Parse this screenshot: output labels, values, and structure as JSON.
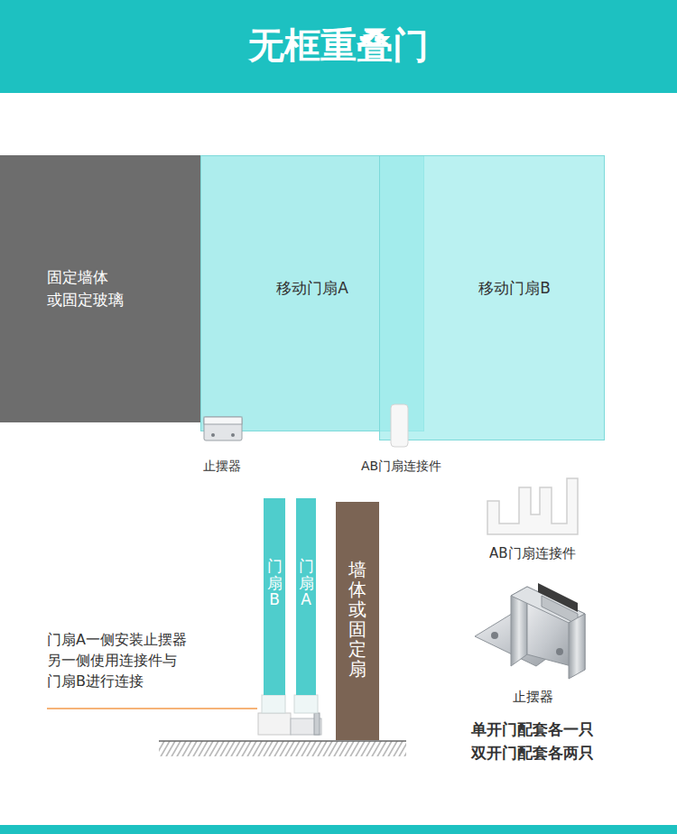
{
  "diagram": {
    "title": "无框重叠门",
    "nodes": [
      {
        "text": [
          "固定墙体 或固定玻璃"
        ]
      },
      {
        "text": [
          "移动门扇A"
        ]
      },
      {
        "text": [
          "移动门扇B"
        ]
      },
      {
        "text": [
          "门扇B"
        ]
      },
      {
        "text": [
          "门扇A"
        ]
      },
      {
        "text": [
          "墙体或固定扇"
        ]
      }
    ],
    "labels": [
      "止摆器",
      "AB门扇连接件",
      "门扇A一侧安装止摆器 另一侧使用连接件与 门扇B进行连接",
      "AB门扇连接件",
      "止摆器",
      "单开门配套各一只 双开门配套各两只"
    ]
  }
}
